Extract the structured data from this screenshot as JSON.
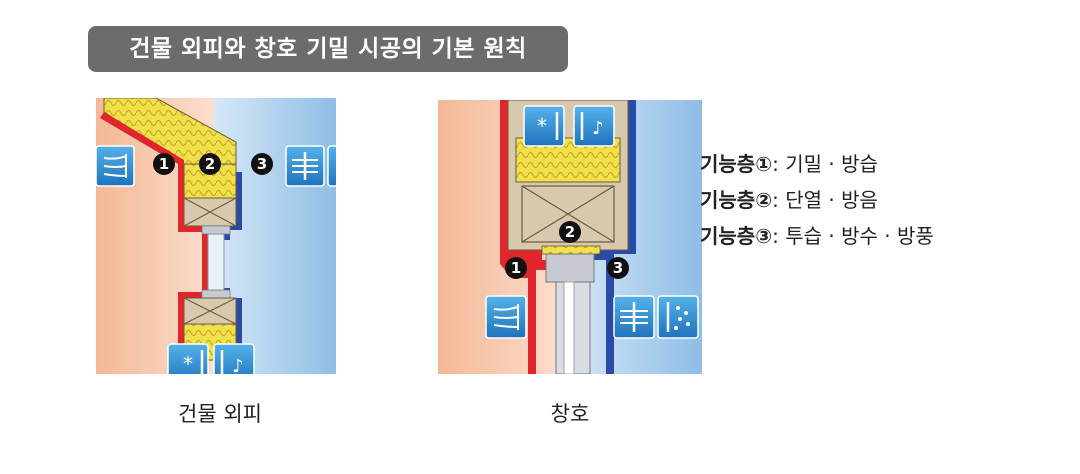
{
  "title": "건물 외피와 창호 기밀 시공의 기본 원칙",
  "diagrams": [
    {
      "caption": "건물 외피"
    },
    {
      "caption": "창호"
    }
  ],
  "markers": [
    "1",
    "2",
    "3"
  ],
  "legend": [
    {
      "label": "기능층①",
      "desc": ": 기밀 · 방습"
    },
    {
      "label": "기능층②",
      "desc": ": 단열 · 방음"
    },
    {
      "label": "기능층③",
      "desc": ": 투습 · 방수 · 방풍"
    }
  ],
  "icons": [
    "draft-icon",
    "wind-icon",
    "rain-icon",
    "vapor-icon",
    "sound-icon"
  ],
  "colors": {
    "title_bg": "#6c6c6c",
    "interior": "#f6c9b0",
    "exterior": "#a9cdec",
    "airtight_layer": "#e0262a",
    "weather_layer": "#2a4aa8",
    "insulation": "#f0e04a",
    "frame": "#d7c8ae",
    "glass": "#e8f0f8",
    "icon_tile": "#2e8fd2"
  }
}
